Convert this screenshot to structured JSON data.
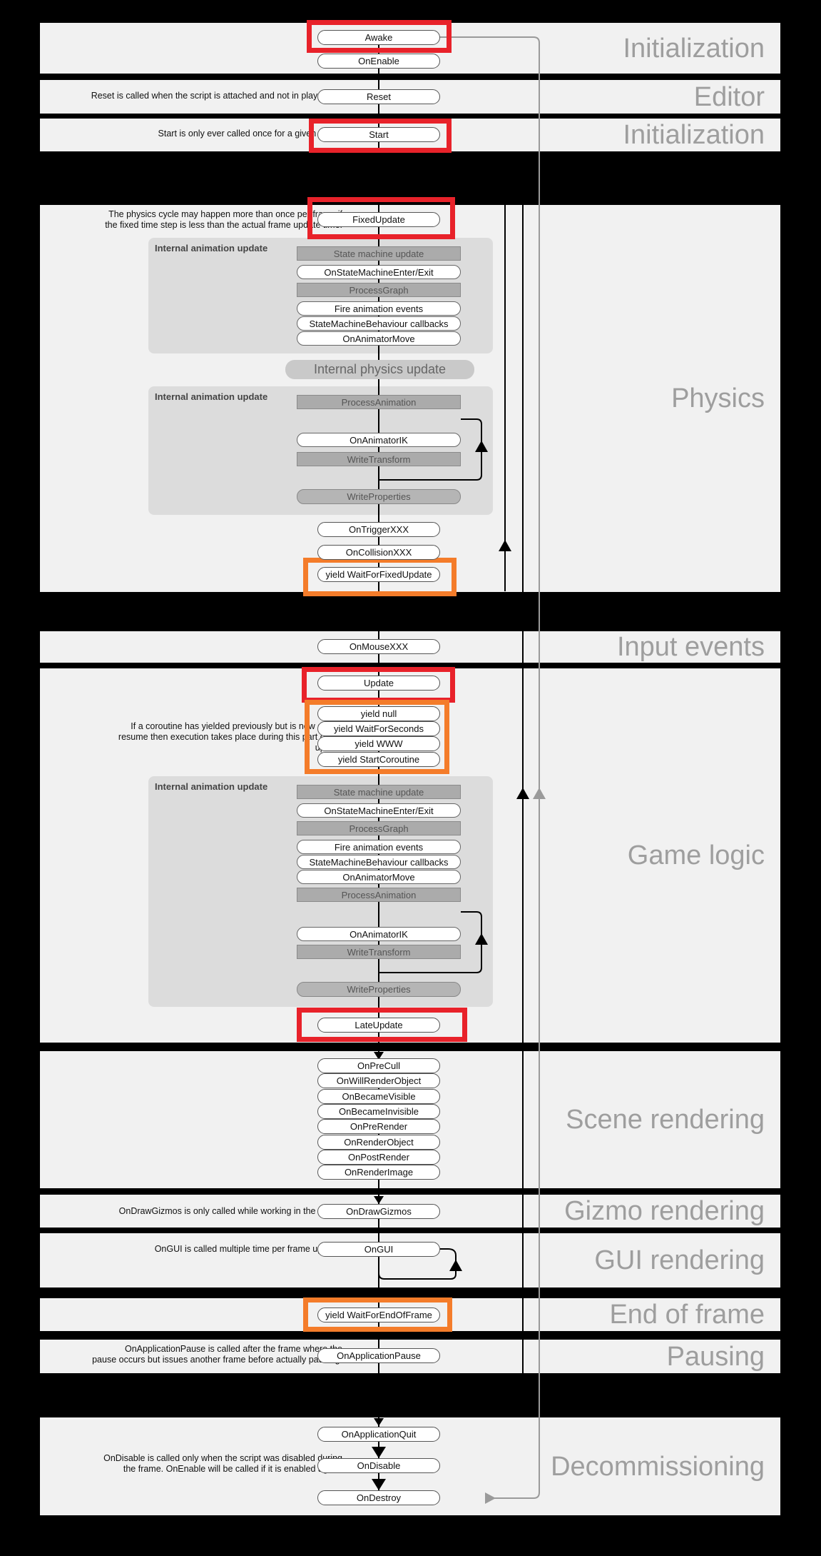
{
  "sections": {
    "init1": "Initialization",
    "editor": "Editor",
    "init2": "Initialization",
    "physics": "Physics",
    "input": "Input events",
    "gamelogic": "Game logic",
    "scene": "Scene rendering",
    "gizmo": "Gizmo rendering",
    "gui": "GUI rendering",
    "eof": "End of frame",
    "pausing": "Pausing",
    "decom": "Decommissioning"
  },
  "notes": {
    "reset": "Reset is called when the script is attached and not in playmode.",
    "start": "Start is only ever called once for a given script.",
    "physics_1": "The physics cycle may happen more than once per frame if",
    "physics_2": "the fixed time step is less than the actual frame update time.",
    "coroutine_1": "If a coroutine has yielded previously but is now due to",
    "coroutine_2": "resume then execution takes place during this part of the",
    "coroutine_3": "update",
    "gizmos": "OnDrawGizmos is only called while working in the editor.",
    "ongui": "OnGUI is called multiple time per frame update.",
    "pause_1": "OnApplicationPause is called after the frame where the",
    "pause_2": "pause occurs but issues another frame before actually pausing.",
    "disable_1": "OnDisable is called only when the script was disabled during",
    "disable_2": "the frame. OnEnable will be called if it is enabled again."
  },
  "methods": {
    "awake": "Awake",
    "onenable": "OnEnable",
    "reset": "Reset",
    "start": "Start",
    "fixedupdate": "FixedUpdate",
    "ontriggerxxx": "OnTriggerXXX",
    "oncollisionxxx": "OnCollisionXXX",
    "yield_fixed": "yield WaitForFixedUpdate",
    "onmousexxx": "OnMouseXXX",
    "update": "Update",
    "yield_null": "yield null",
    "yield_seconds": "yield WaitForSeconds",
    "yield_www": "yield WWW",
    "yield_coroutine": "yield StartCoroutine",
    "lateupdate": "LateUpdate",
    "onprecull": "OnPreCull",
    "onwillrenderobject": "OnWillRenderObject",
    "onbecamevisible": "OnBecameVisible",
    "onbecameinvisible": "OnBecameInvisible",
    "onprerender": "OnPreRender",
    "onrenderobject": "OnRenderObject",
    "onpostrender": "OnPostRender",
    "onrenderimage": "OnRenderImage",
    "ondrawgizmos": "OnDrawGizmos",
    "ongui": "OnGUI",
    "yield_eof": "yield WaitForEndOfFrame",
    "onapplicationpause": "OnApplicationPause",
    "onapplicationquit": "OnApplicationQuit",
    "ondisable": "OnDisable",
    "ondestroy": "OnDestroy"
  },
  "anim": {
    "panel_title": "Internal animation update",
    "state_machine_update": "State machine update",
    "on_state_machine_enter_exit": "OnStateMachineEnter/Exit",
    "process_graph": "ProcessGraph",
    "fire_animation_events": "Fire animation events",
    "state_machine_behaviour_callbacks": "StateMachineBehaviour callbacks",
    "on_animator_move": "OnAnimatorMove",
    "process_animation": "ProcessAnimation",
    "on_animator_ik": "OnAnimatorIK",
    "write_transform": "WriteTransform",
    "write_properties": "WriteProperties"
  },
  "internal_physics_update": "Internal physics update",
  "colors": {
    "background": "#000000",
    "section_bg": "#f1f1f1",
    "panel_bg": "#dcdcdc",
    "highlight_red": "#e8222a",
    "highlight_orange": "#f47c2a",
    "section_title": "#9e9e9e",
    "loop_line_gray": "#9a9a9a"
  }
}
